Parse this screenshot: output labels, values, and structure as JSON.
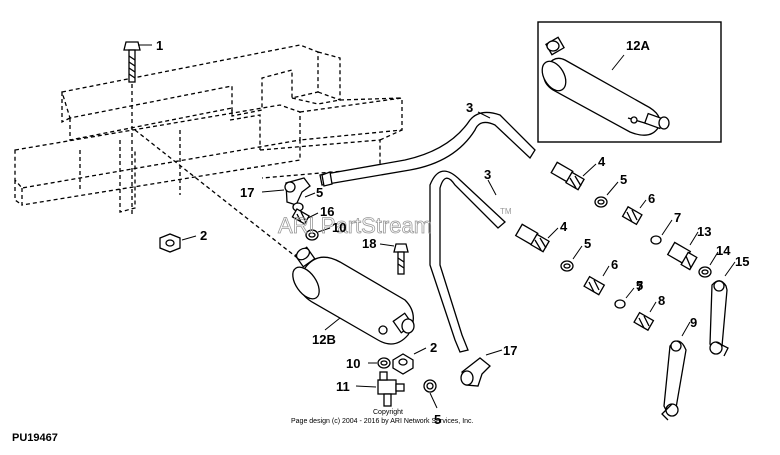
{
  "callouts": [
    {
      "id": "c1",
      "text": "1"
    },
    {
      "id": "c2a",
      "text": "2"
    },
    {
      "id": "c2b",
      "text": "2"
    },
    {
      "id": "c3a",
      "text": "3"
    },
    {
      "id": "c3b",
      "text": "3"
    },
    {
      "id": "c4a",
      "text": "4"
    },
    {
      "id": "c4b",
      "text": "4"
    },
    {
      "id": "c5a",
      "text": "5"
    },
    {
      "id": "c5b",
      "text": "5"
    },
    {
      "id": "c5c",
      "text": "5"
    },
    {
      "id": "c5d",
      "text": "5"
    },
    {
      "id": "c5e",
      "text": "5"
    },
    {
      "id": "c6a",
      "text": "6"
    },
    {
      "id": "c6b",
      "text": "6"
    },
    {
      "id": "c7a",
      "text": "7"
    },
    {
      "id": "c7b",
      "text": "7"
    },
    {
      "id": "c8",
      "text": "8"
    },
    {
      "id": "c9",
      "text": "9"
    },
    {
      "id": "c10a",
      "text": "10"
    },
    {
      "id": "c10b",
      "text": "10"
    },
    {
      "id": "c11",
      "text": "11"
    },
    {
      "id": "c12a",
      "text": "12A"
    },
    {
      "id": "c12b",
      "text": "12B"
    },
    {
      "id": "c13",
      "text": "13"
    },
    {
      "id": "c14",
      "text": "14"
    },
    {
      "id": "c15",
      "text": "15"
    },
    {
      "id": "c16",
      "text": "16"
    },
    {
      "id": "c17a",
      "text": "17"
    },
    {
      "id": "c17b",
      "text": "17"
    },
    {
      "id": "c18",
      "text": "18"
    }
  ],
  "reference_code": "PU19467",
  "watermark": "ARI PartStream",
  "trademark": "TM",
  "copyright_line1": "Copyright",
  "copyright_line2": "Page design (c) 2004 - 2016 by ARI Network Services, Inc."
}
